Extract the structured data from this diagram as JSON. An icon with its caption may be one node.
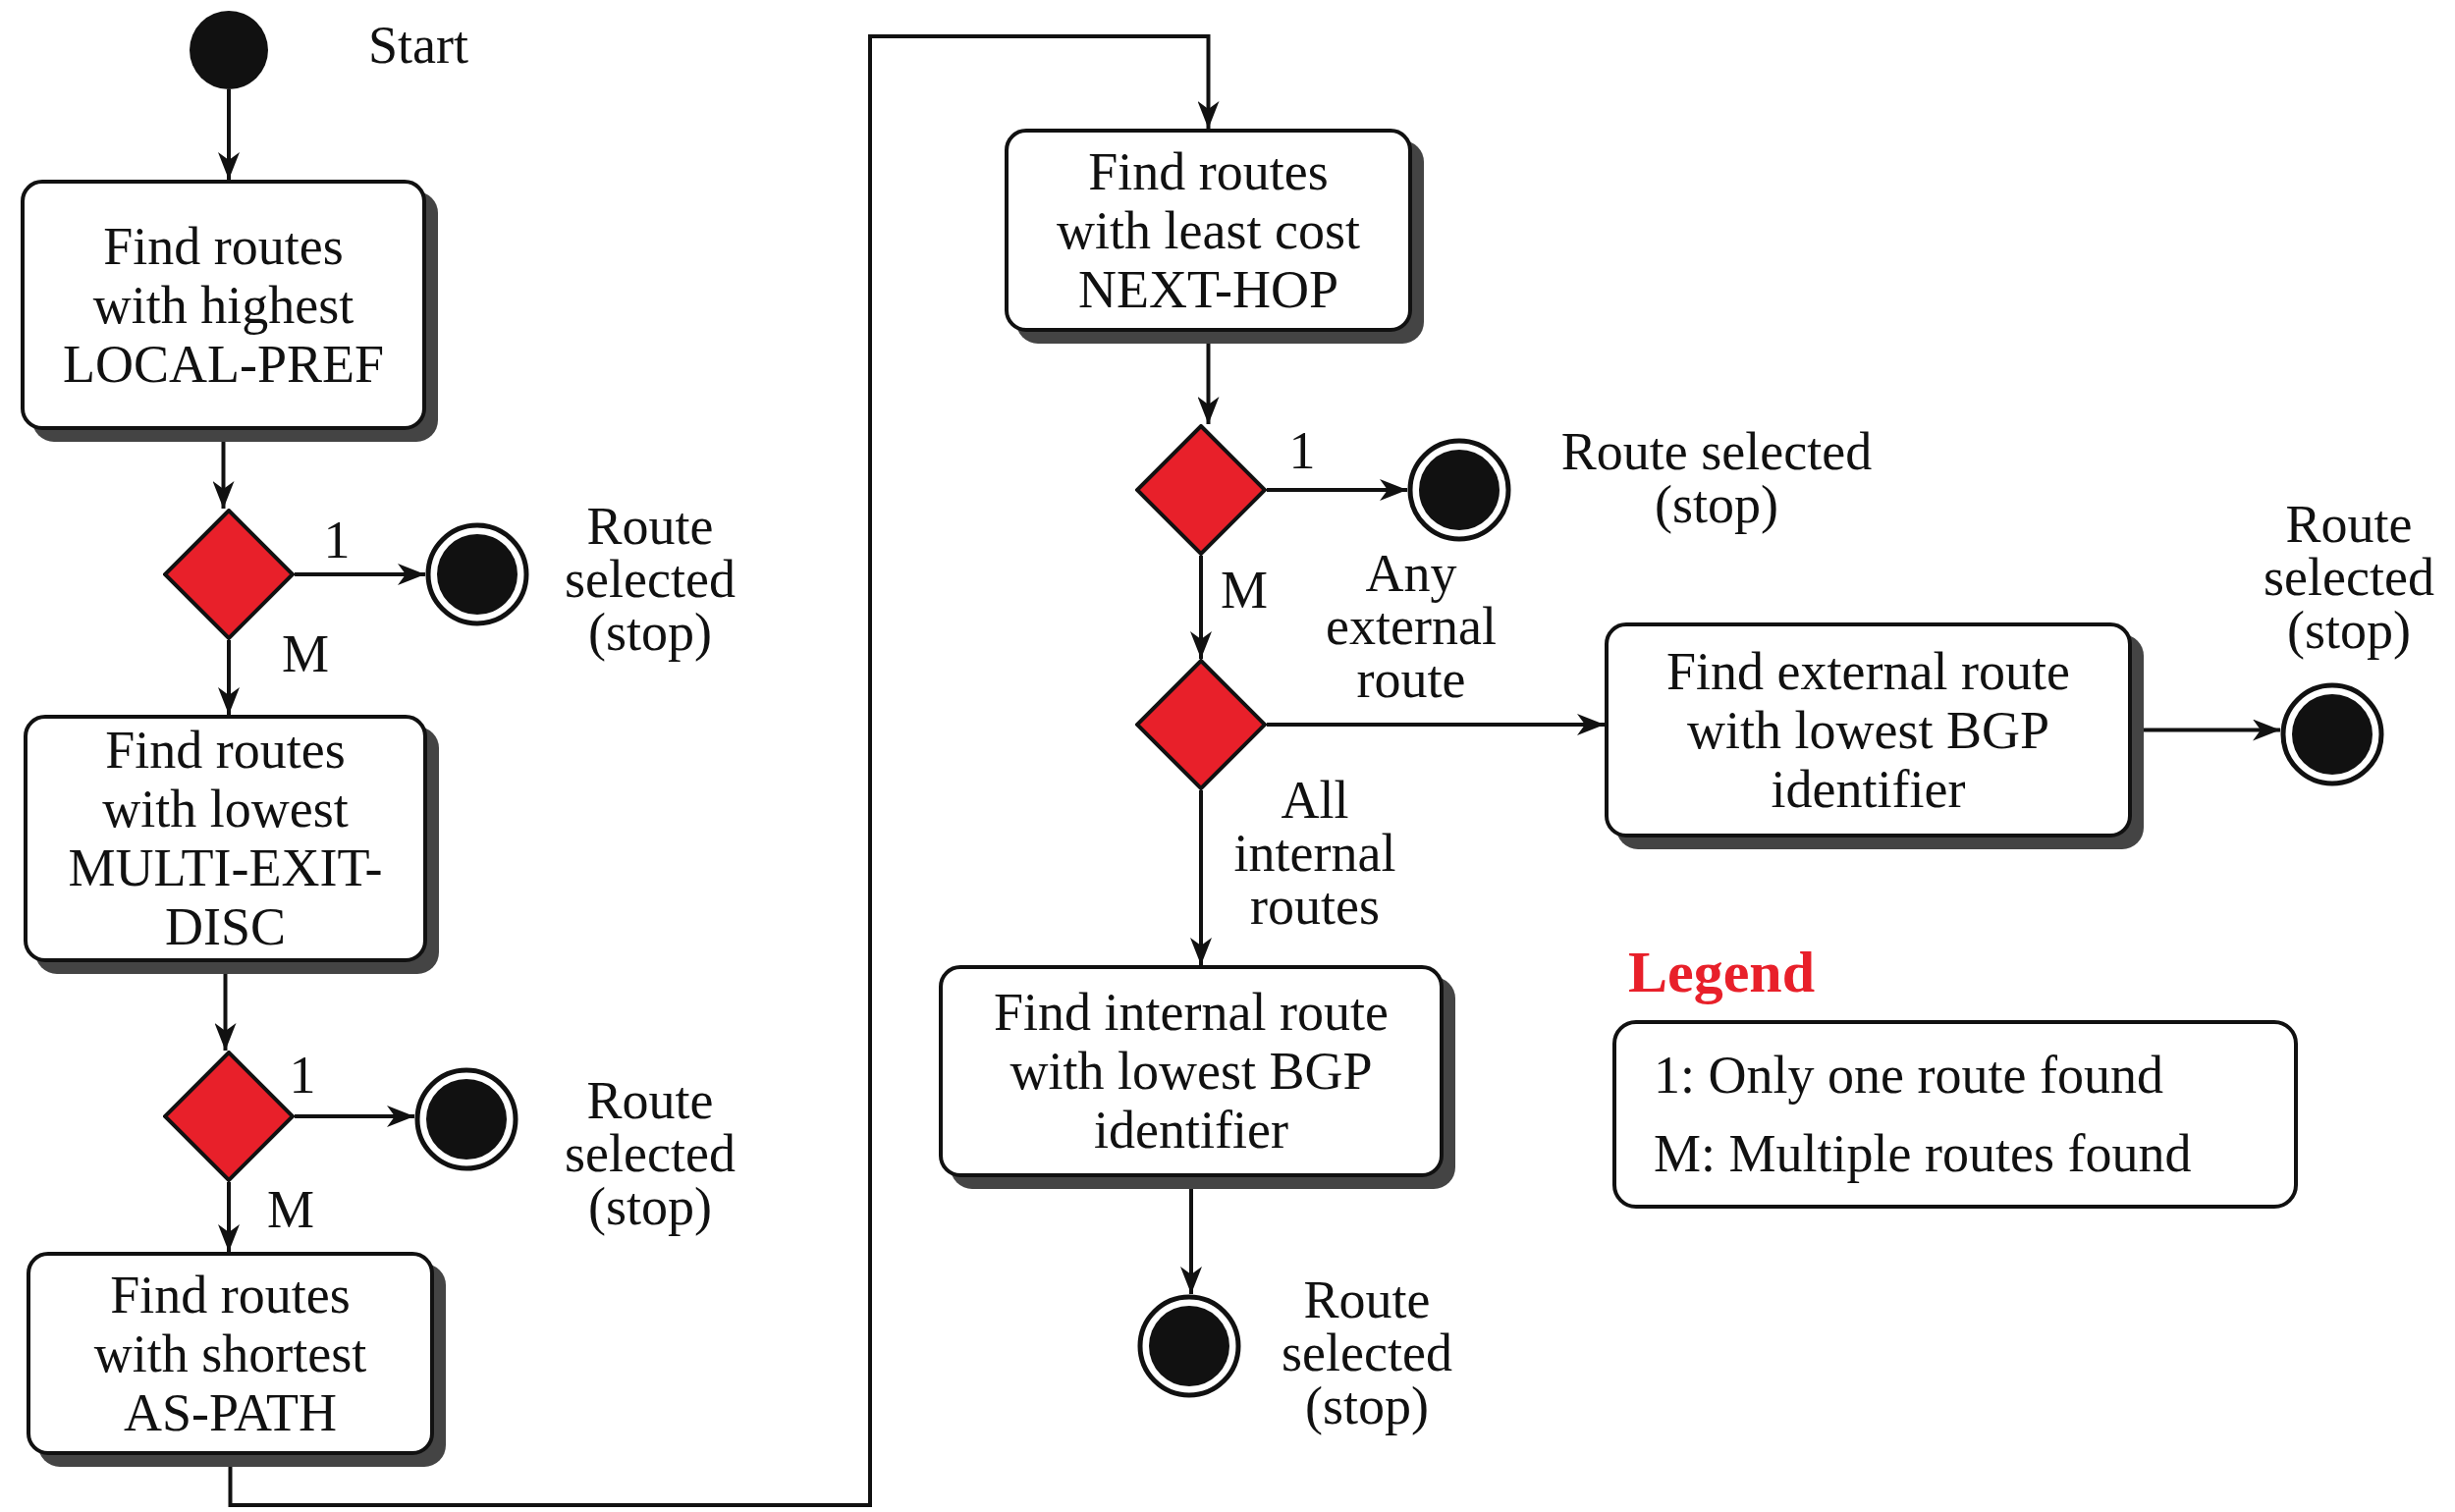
{
  "diagram": {
    "nodes": [
      {
        "text": [],
        "shape": "circle",
        "beside": [
          "Start"
        ]
      },
      {
        "text": [
          "Find routes with highest LOCAL-PREF"
        ]
      },
      {
        "text": [],
        "shape": "diamond"
      },
      {
        "text": [],
        "shape": "circle",
        "beside": [
          "Route selected (stop)"
        ]
      },
      {
        "text": [
          "Find routes with lowest MULTI-EXIT-DISC"
        ]
      },
      {
        "text": [],
        "shape": "diamond"
      },
      {
        "text": [],
        "shape": "circle",
        "beside": [
          "Route selected (stop)"
        ]
      },
      {
        "text": [
          "Find routes with shortest AS-PATH"
        ]
      },
      {
        "text": [
          "Find routes with least cost NEXT-HOP"
        ]
      },
      {
        "text": [],
        "shape": "diamond"
      },
      {
        "text": [],
        "shape": "circle",
        "beside": [
          "Route selected (stop)"
        ]
      },
      {
        "text": [],
        "shape": "diamond"
      },
      {
        "text": [
          "Find external route with lowest BGP identifier"
        ]
      },
      {
        "text": [],
        "shape": "circle",
        "beside": [
          "Route selected (stop)"
        ]
      },
      {
        "text": [
          "Find internal route with lowest BGP identifier"
        ]
      },
      {
        "text": [],
        "shape": "circle",
        "beside": [
          "Route selected (stop)"
        ]
      }
    ],
    "edges": [
      {
        "from": 0,
        "to": 1,
        "arrow": "to"
      },
      {
        "from": 1,
        "to": 2,
        "arrow": "to"
      },
      {
        "from": 2,
        "to": 3,
        "arrow": "to",
        "label": "1"
      },
      {
        "from": 2,
        "to": 4,
        "arrow": "to",
        "label": "M"
      },
      {
        "from": 4,
        "to": 5,
        "arrow": "to"
      },
      {
        "from": 5,
        "to": 6,
        "arrow": "to",
        "label": "1"
      },
      {
        "from": 5,
        "to": 7,
        "arrow": "to",
        "label": "M"
      },
      {
        "from": 7,
        "to": 8,
        "arrow": "to"
      },
      {
        "from": 8,
        "to": 9,
        "arrow": "to"
      },
      {
        "from": 9,
        "to": 10,
        "arrow": "to",
        "label": "1"
      },
      {
        "from": 9,
        "to": 11,
        "arrow": "to",
        "label": "M"
      },
      {
        "from": 11,
        "to": 12,
        "arrow": "to",
        "label": "Any external route"
      },
      {
        "from": 11,
        "to": 14,
        "arrow": "to",
        "label": "All internal routes"
      },
      {
        "from": 12,
        "to": 13,
        "arrow": "to"
      },
      {
        "from": 14,
        "to": 15,
        "arrow": "to"
      }
    ],
    "labels": [
      "Legend"
    ],
    "legend": [
      {
        "text": "1: Only one route found"
      },
      {
        "text": "M: Multiple routes found"
      }
    ]
  }
}
